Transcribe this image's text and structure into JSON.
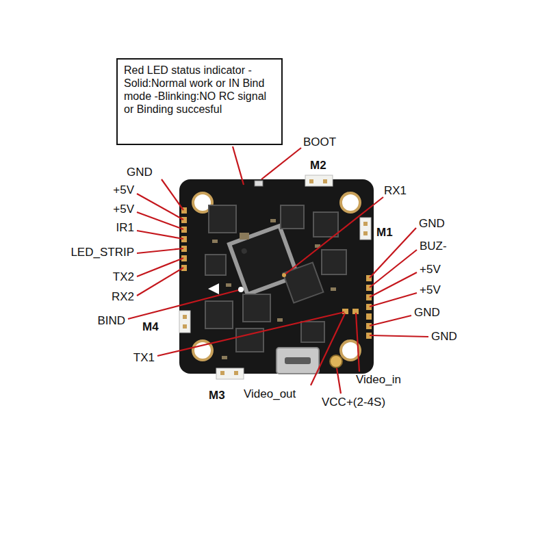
{
  "diagram": {
    "nodes": [
      {
        "text": [
          "Red LED status indicator -Solid:Normal work or IN Bind mode -Blinking:NO RC signal or Binding succesful"
        ]
      }
    ],
    "labels": [
      "BOOT",
      "M2",
      "GND",
      "RX1",
      "+5V",
      "+5V",
      "GND",
      "M1",
      "IR1",
      "BUZ-",
      "LED_STRIP",
      "+5V",
      "TX2",
      "+5V",
      "RX2",
      "GND",
      "BIND",
      "M4",
      "GND",
      "TX1",
      "Video_in",
      "M3",
      "Video_out",
      "VCC+(2-4S)"
    ]
  }
}
